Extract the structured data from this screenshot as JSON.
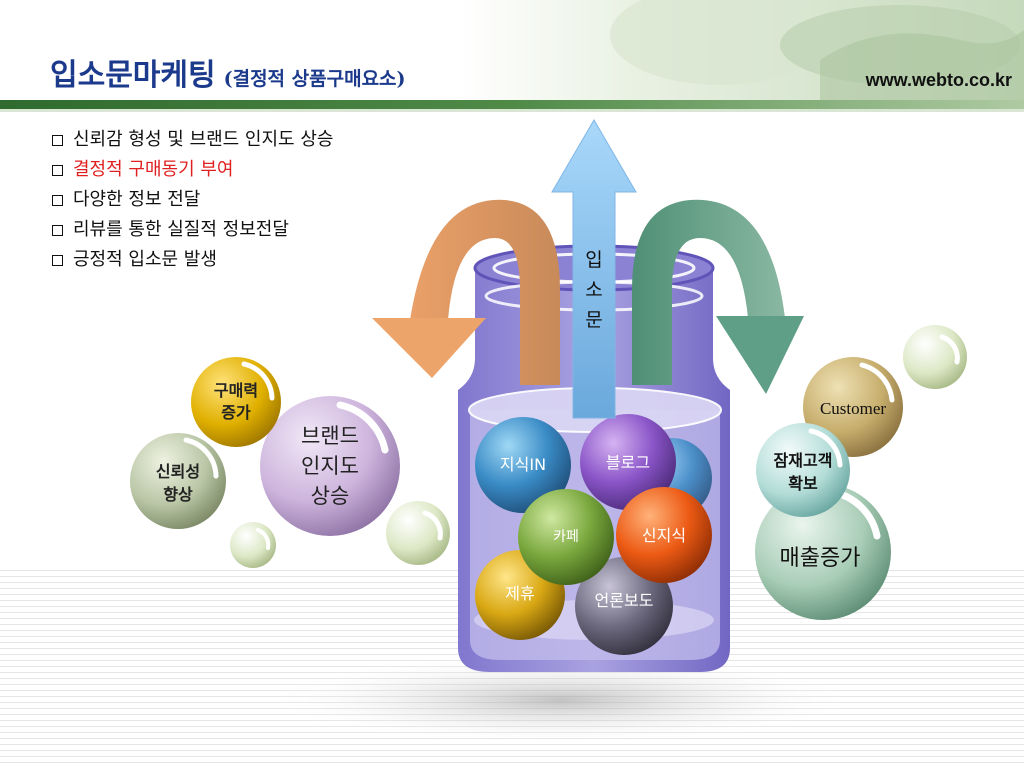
{
  "header": {
    "title": "입소문마케팅",
    "subtitle": "(결정적 상품구매요소)",
    "website": "www.webto.co.kr"
  },
  "bullets": [
    {
      "text": "신뢰감 형성 및 브랜드 인지도 상승",
      "highlight": false
    },
    {
      "text": "결정적 구매동기 부여",
      "highlight": true
    },
    {
      "text": "다양한 정보 전달",
      "highlight": false
    },
    {
      "text": "리뷰를 통한 실질적 정보전달",
      "highlight": false
    },
    {
      "text": "긍정적 입소문 발생",
      "highlight": false
    }
  ],
  "diagram": {
    "arrow_label": [
      "입",
      "소",
      "문"
    ],
    "left_group": {
      "main": [
        "브랜드",
        "인지도",
        "상승"
      ],
      "purchase": [
        "구매력",
        "증가"
      ],
      "trust": [
        "신뢰성",
        "향상"
      ]
    },
    "jar_balls": {
      "jisikin": "지식IN",
      "blog": "블로그",
      "cafe": "카페",
      "news": "신지식",
      "partner": "제휴",
      "press": "언론보도"
    },
    "right_group": {
      "customer": "Customer",
      "potential": [
        "잠재고객",
        "확보"
      ],
      "sales": "매출증가"
    }
  },
  "colors": {
    "title": "#1c3a8c",
    "highlight": "#e02020",
    "header_stripe": "#3f7a3a",
    "jar": "#6a5fc1",
    "arrow_blue": "#8ec6f2",
    "arrow_orange": "#eda46a",
    "arrow_green": "#5f9e87"
  }
}
